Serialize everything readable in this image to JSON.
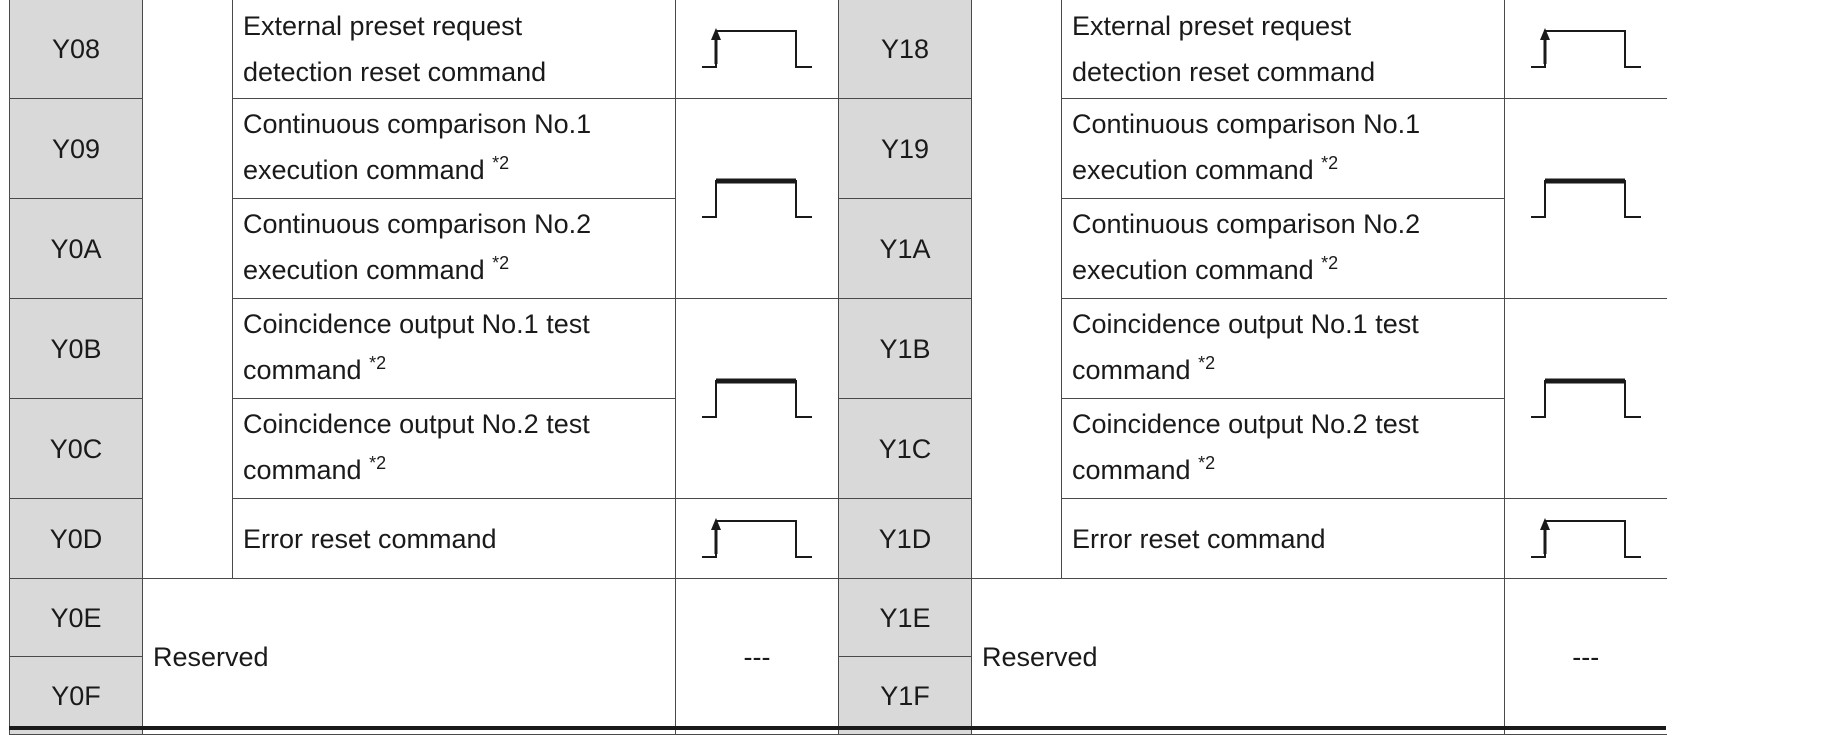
{
  "rows": [
    {
      "left": {
        "device": "Y08",
        "name_lines": [
          "External preset request",
          "detection reset command"
        ],
        "note": ""
      },
      "right": {
        "device": "Y18",
        "name_lines": [
          "External preset request",
          "detection reset command"
        ],
        "note": ""
      },
      "timing": "rising-edge"
    },
    {
      "left": {
        "device": "Y09",
        "name_lines": [
          "Continuous comparison No.1",
          "execution command"
        ],
        "note": "*2"
      },
      "right": {
        "device": "Y19",
        "name_lines": [
          "Continuous comparison No.1",
          "execution command"
        ],
        "note": "*2"
      },
      "timing": "level"
    },
    {
      "left": {
        "device": "Y0A",
        "name_lines": [
          "Continuous comparison No.2",
          "execution command"
        ],
        "note": "*2"
      },
      "right": {
        "device": "Y1A",
        "name_lines": [
          "Continuous comparison No.2",
          "execution command"
        ],
        "note": "*2"
      },
      "timing": "level"
    },
    {
      "left": {
        "device": "Y0B",
        "name_lines": [
          "Coincidence output No.1 test",
          "command"
        ],
        "note": "*2"
      },
      "right": {
        "device": "Y1B",
        "name_lines": [
          "Coincidence output No.1 test",
          "command"
        ],
        "note": "*2"
      },
      "timing": "level"
    },
    {
      "left": {
        "device": "Y0C",
        "name_lines": [
          "Coincidence output No.2 test",
          "command"
        ],
        "note": "*2"
      },
      "right": {
        "device": "Y1C",
        "name_lines": [
          "Coincidence output No.2 test",
          "command"
        ],
        "note": "*2"
      },
      "timing": "level"
    },
    {
      "left": {
        "device": "Y0D",
        "name_lines": [
          "Error reset command"
        ],
        "note": ""
      },
      "right": {
        "device": "Y1D",
        "name_lines": [
          "Error reset command"
        ],
        "note": ""
      },
      "timing": "rising-edge"
    }
  ],
  "reserved": {
    "label": "Reserved",
    "timing": "---",
    "left_devices": [
      "Y0E",
      "Y0F"
    ],
    "right_devices": [
      "Y1E",
      "Y1F"
    ]
  }
}
